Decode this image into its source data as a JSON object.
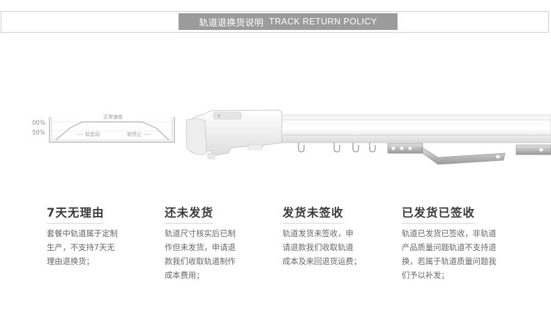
{
  "banner": {
    "title_cn": "轨道退换货说明",
    "title_en": "TRACK RETURN POLICY"
  },
  "speed_diagram": {
    "top_pct": "00%",
    "bottom_pct": "50%",
    "normal_speed": "正常速度",
    "soft_start": "软启动",
    "soft_stop": "软停止"
  },
  "policies": [
    {
      "title": "7天无理由",
      "lines": [
        "套餐中轨道属于定制",
        "生产，不支持7天无",
        "理由退换货；"
      ]
    },
    {
      "title": "还未发货",
      "lines": [
        "轨道尺寸核实后已制",
        "作但未发货，申请退",
        "款我们收取轨道制作",
        "成本费用；"
      ]
    },
    {
      "title": "发货未签收",
      "lines": [
        "轨道发货未签收，申",
        "请退款我们收取轨道",
        "成本及来回退货运费；"
      ]
    },
    {
      "title": "已发货已签收",
      "lines": [
        "轨道已发货已签收，非轨道",
        "产品质量问题轨道不支持退",
        "换，若属于轨道质量问题我",
        "们予以补发；"
      ]
    }
  ]
}
